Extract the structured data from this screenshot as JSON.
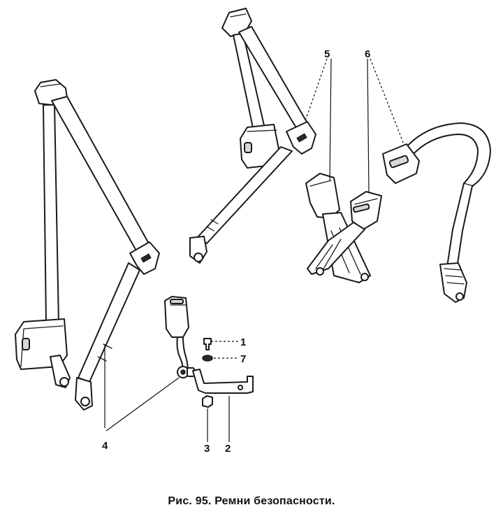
{
  "figure": {
    "caption": "Рис. 95. Ремни безопасности."
  },
  "callouts": {
    "c1": "1",
    "c2": "2",
    "c3": "3",
    "c4": "4",
    "c5": "5",
    "c6": "6",
    "c7": "7"
  }
}
